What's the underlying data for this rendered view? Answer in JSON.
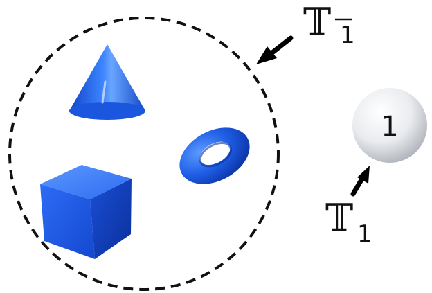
{
  "labels": {
    "set_top": {
      "main": "𝕋",
      "sub": "1",
      "sub_overline": true
    },
    "set_bottom": {
      "main": "𝕋",
      "sub": "1",
      "sub_overline": false
    },
    "sphere": "1"
  },
  "colors": {
    "shape_blue": "#1f5ee6",
    "shape_blue_light": "#4b8cff",
    "shape_blue_dark": "#0a32a8",
    "outline": "#111111",
    "sphere_light": "#ffffff",
    "sphere_dark": "#b8bcc2"
  },
  "icons": [
    "cone-icon",
    "torus-icon",
    "cube-icon",
    "sphere-icon",
    "arrow-icon"
  ]
}
